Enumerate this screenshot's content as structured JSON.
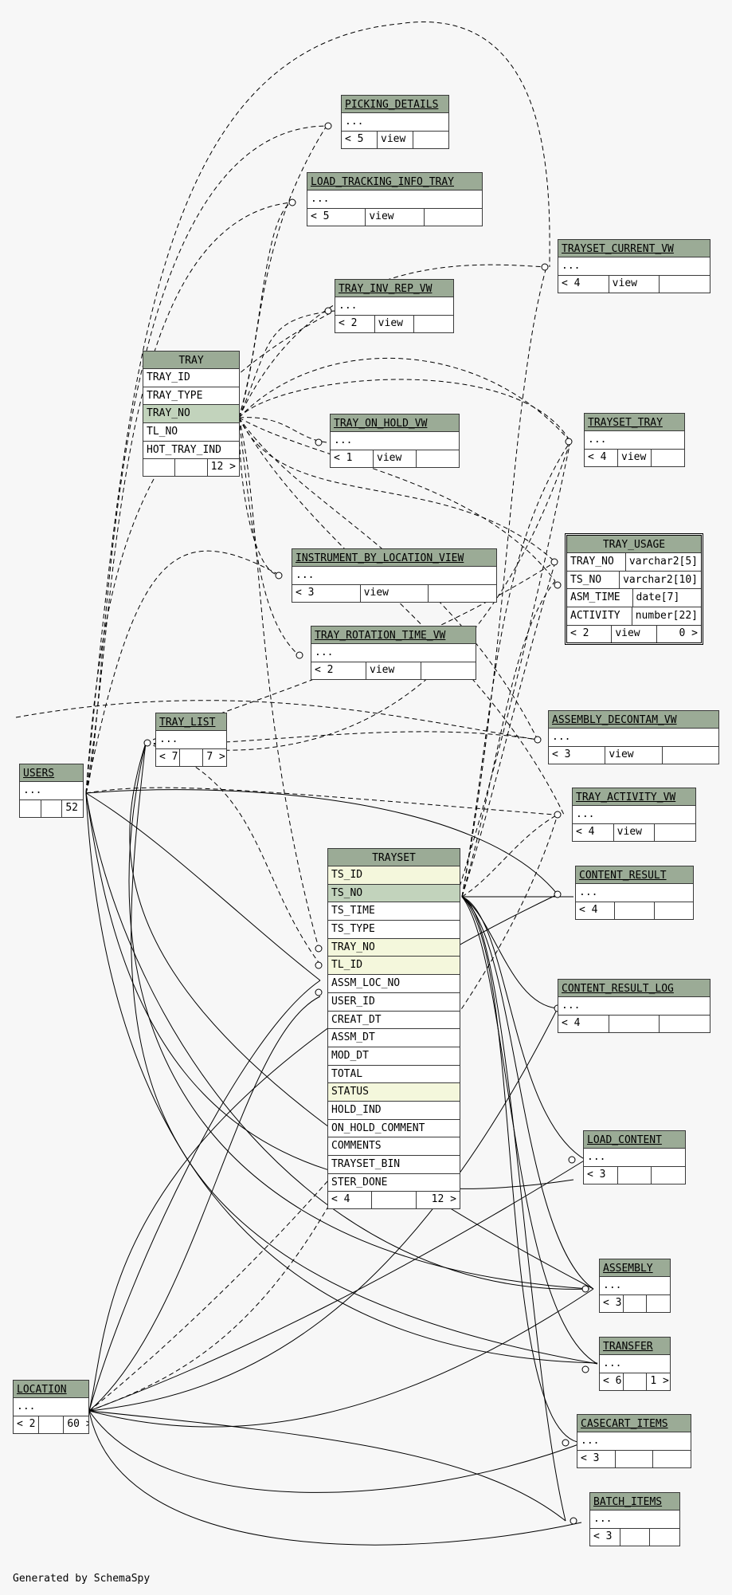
{
  "footer_credit": "Generated by SchemaSpy",
  "colors": {
    "header": "#9bab96",
    "primary_key_row": "#c2d3bc",
    "foreign_key_row": "#f4f7dc",
    "background": "#f7f7f7",
    "line": "#000000"
  },
  "tables": [
    {
      "id": "picking_details",
      "name": "PICKING_DETAILS",
      "rows": [
        "..."
      ],
      "foot": [
        "< 5",
        "view",
        ""
      ]
    },
    {
      "id": "load_tracking_info_tray",
      "name": "LOAD_TRACKING_INFO_TRAY",
      "rows": [
        "..."
      ],
      "foot": [
        "< 5",
        "view",
        ""
      ]
    },
    {
      "id": "trayset_current_vw",
      "name": "TRAYSET_CURRENT_VW",
      "rows": [
        "..."
      ],
      "foot": [
        "< 4",
        "view",
        ""
      ]
    },
    {
      "id": "tray_inv_rep_vw",
      "name": "TRAY_INV_REP_VW",
      "rows": [
        "..."
      ],
      "foot": [
        "< 2",
        "view",
        ""
      ]
    },
    {
      "id": "tray",
      "name": "TRAY",
      "rows": [
        "TRAY_ID",
        "TRAY_TYPE",
        "TRAY_NO",
        "TL_NO",
        "HOT_TRAY_IND"
      ],
      "foot": [
        "",
        "",
        "12 >"
      ]
    },
    {
      "id": "trayset_tray",
      "name": "TRAYSET_TRAY",
      "rows": [
        "..."
      ],
      "foot": [
        "< 4",
        "view",
        ""
      ]
    },
    {
      "id": "tray_on_hold_vw",
      "name": "TRAY_ON_HOLD_VW",
      "rows": [
        "..."
      ],
      "foot": [
        "< 1",
        "view",
        ""
      ]
    },
    {
      "id": "tray_usage",
      "name": "TRAY_USAGE",
      "rows": [
        [
          "TRAY_NO",
          "varchar2[5]"
        ],
        [
          "TS_NO",
          "varchar2[10]"
        ],
        [
          "ASM_TIME",
          "date[7]"
        ],
        [
          "ACTIVITY",
          "number[22]"
        ]
      ],
      "foot": [
        "< 2",
        "view",
        "0 >"
      ]
    },
    {
      "id": "instrument_by_location_view",
      "name": "INSTRUMENT_BY_LOCATION_VIEW",
      "rows": [
        "..."
      ],
      "foot": [
        "< 3",
        "view",
        ""
      ]
    },
    {
      "id": "tray_rotation_time_vw",
      "name": "TRAY_ROTATION_TIME_VW",
      "rows": [
        "..."
      ],
      "foot": [
        "< 2",
        "view",
        ""
      ]
    },
    {
      "id": "tray_list",
      "name": "TRAY_LIST",
      "rows": [
        "..."
      ],
      "foot": [
        "< 7",
        "",
        "7 >"
      ]
    },
    {
      "id": "assembly_decontam_vw",
      "name": "ASSEMBLY_DECONTAM_VW",
      "rows": [
        "..."
      ],
      "foot": [
        "< 3",
        "view",
        ""
      ]
    },
    {
      "id": "users",
      "name": "USERS",
      "rows": [
        "..."
      ],
      "foot": [
        "",
        "",
        "52 >"
      ]
    },
    {
      "id": "tray_activity_vw",
      "name": "TRAY_ACTIVITY_VW",
      "rows": [
        "..."
      ],
      "foot": [
        "< 4",
        "view",
        ""
      ]
    },
    {
      "id": "trayset",
      "name": "TRAYSET",
      "rows": [
        "TS_ID",
        "TS_NO",
        "TS_TIME",
        "TS_TYPE",
        "TRAY_NO",
        "TL_ID",
        "ASSM_LOC_NO",
        "USER_ID",
        "CREAT_DT",
        "ASSM_DT",
        "MOD_DT",
        "TOTAL",
        "STATUS",
        "HOLD_IND",
        "ON_HOLD_COMMENT",
        "COMMENTS",
        "TRAYSET_BIN",
        "STER_DONE"
      ],
      "foot": [
        "< 4",
        "",
        "12 >"
      ]
    },
    {
      "id": "content_result",
      "name": "CONTENT_RESULT",
      "rows": [
        "..."
      ],
      "foot": [
        "< 4",
        "",
        ""
      ]
    },
    {
      "id": "content_result_log",
      "name": "CONTENT_RESULT_LOG",
      "rows": [
        "..."
      ],
      "foot": [
        "< 4",
        "",
        ""
      ]
    },
    {
      "id": "load_content",
      "name": "LOAD_CONTENT",
      "rows": [
        "..."
      ],
      "foot": [
        "< 3",
        "",
        ""
      ]
    },
    {
      "id": "assembly",
      "name": "ASSEMBLY",
      "rows": [
        "..."
      ],
      "foot": [
        "< 3",
        "",
        ""
      ]
    },
    {
      "id": "location",
      "name": "LOCATION",
      "rows": [
        "..."
      ],
      "foot": [
        "< 2",
        "",
        "60 >"
      ]
    },
    {
      "id": "transfer",
      "name": "TRANSFER",
      "rows": [
        "..."
      ],
      "foot": [
        "< 6",
        "",
        "1 >"
      ]
    },
    {
      "id": "casecart_items",
      "name": "CASECART_ITEMS",
      "rows": [
        "..."
      ],
      "foot": [
        "< 3",
        "",
        ""
      ]
    },
    {
      "id": "batch_items",
      "name": "BATCH_ITEMS",
      "rows": [
        "..."
      ],
      "foot": [
        "< 3",
        "",
        ""
      ]
    }
  ]
}
